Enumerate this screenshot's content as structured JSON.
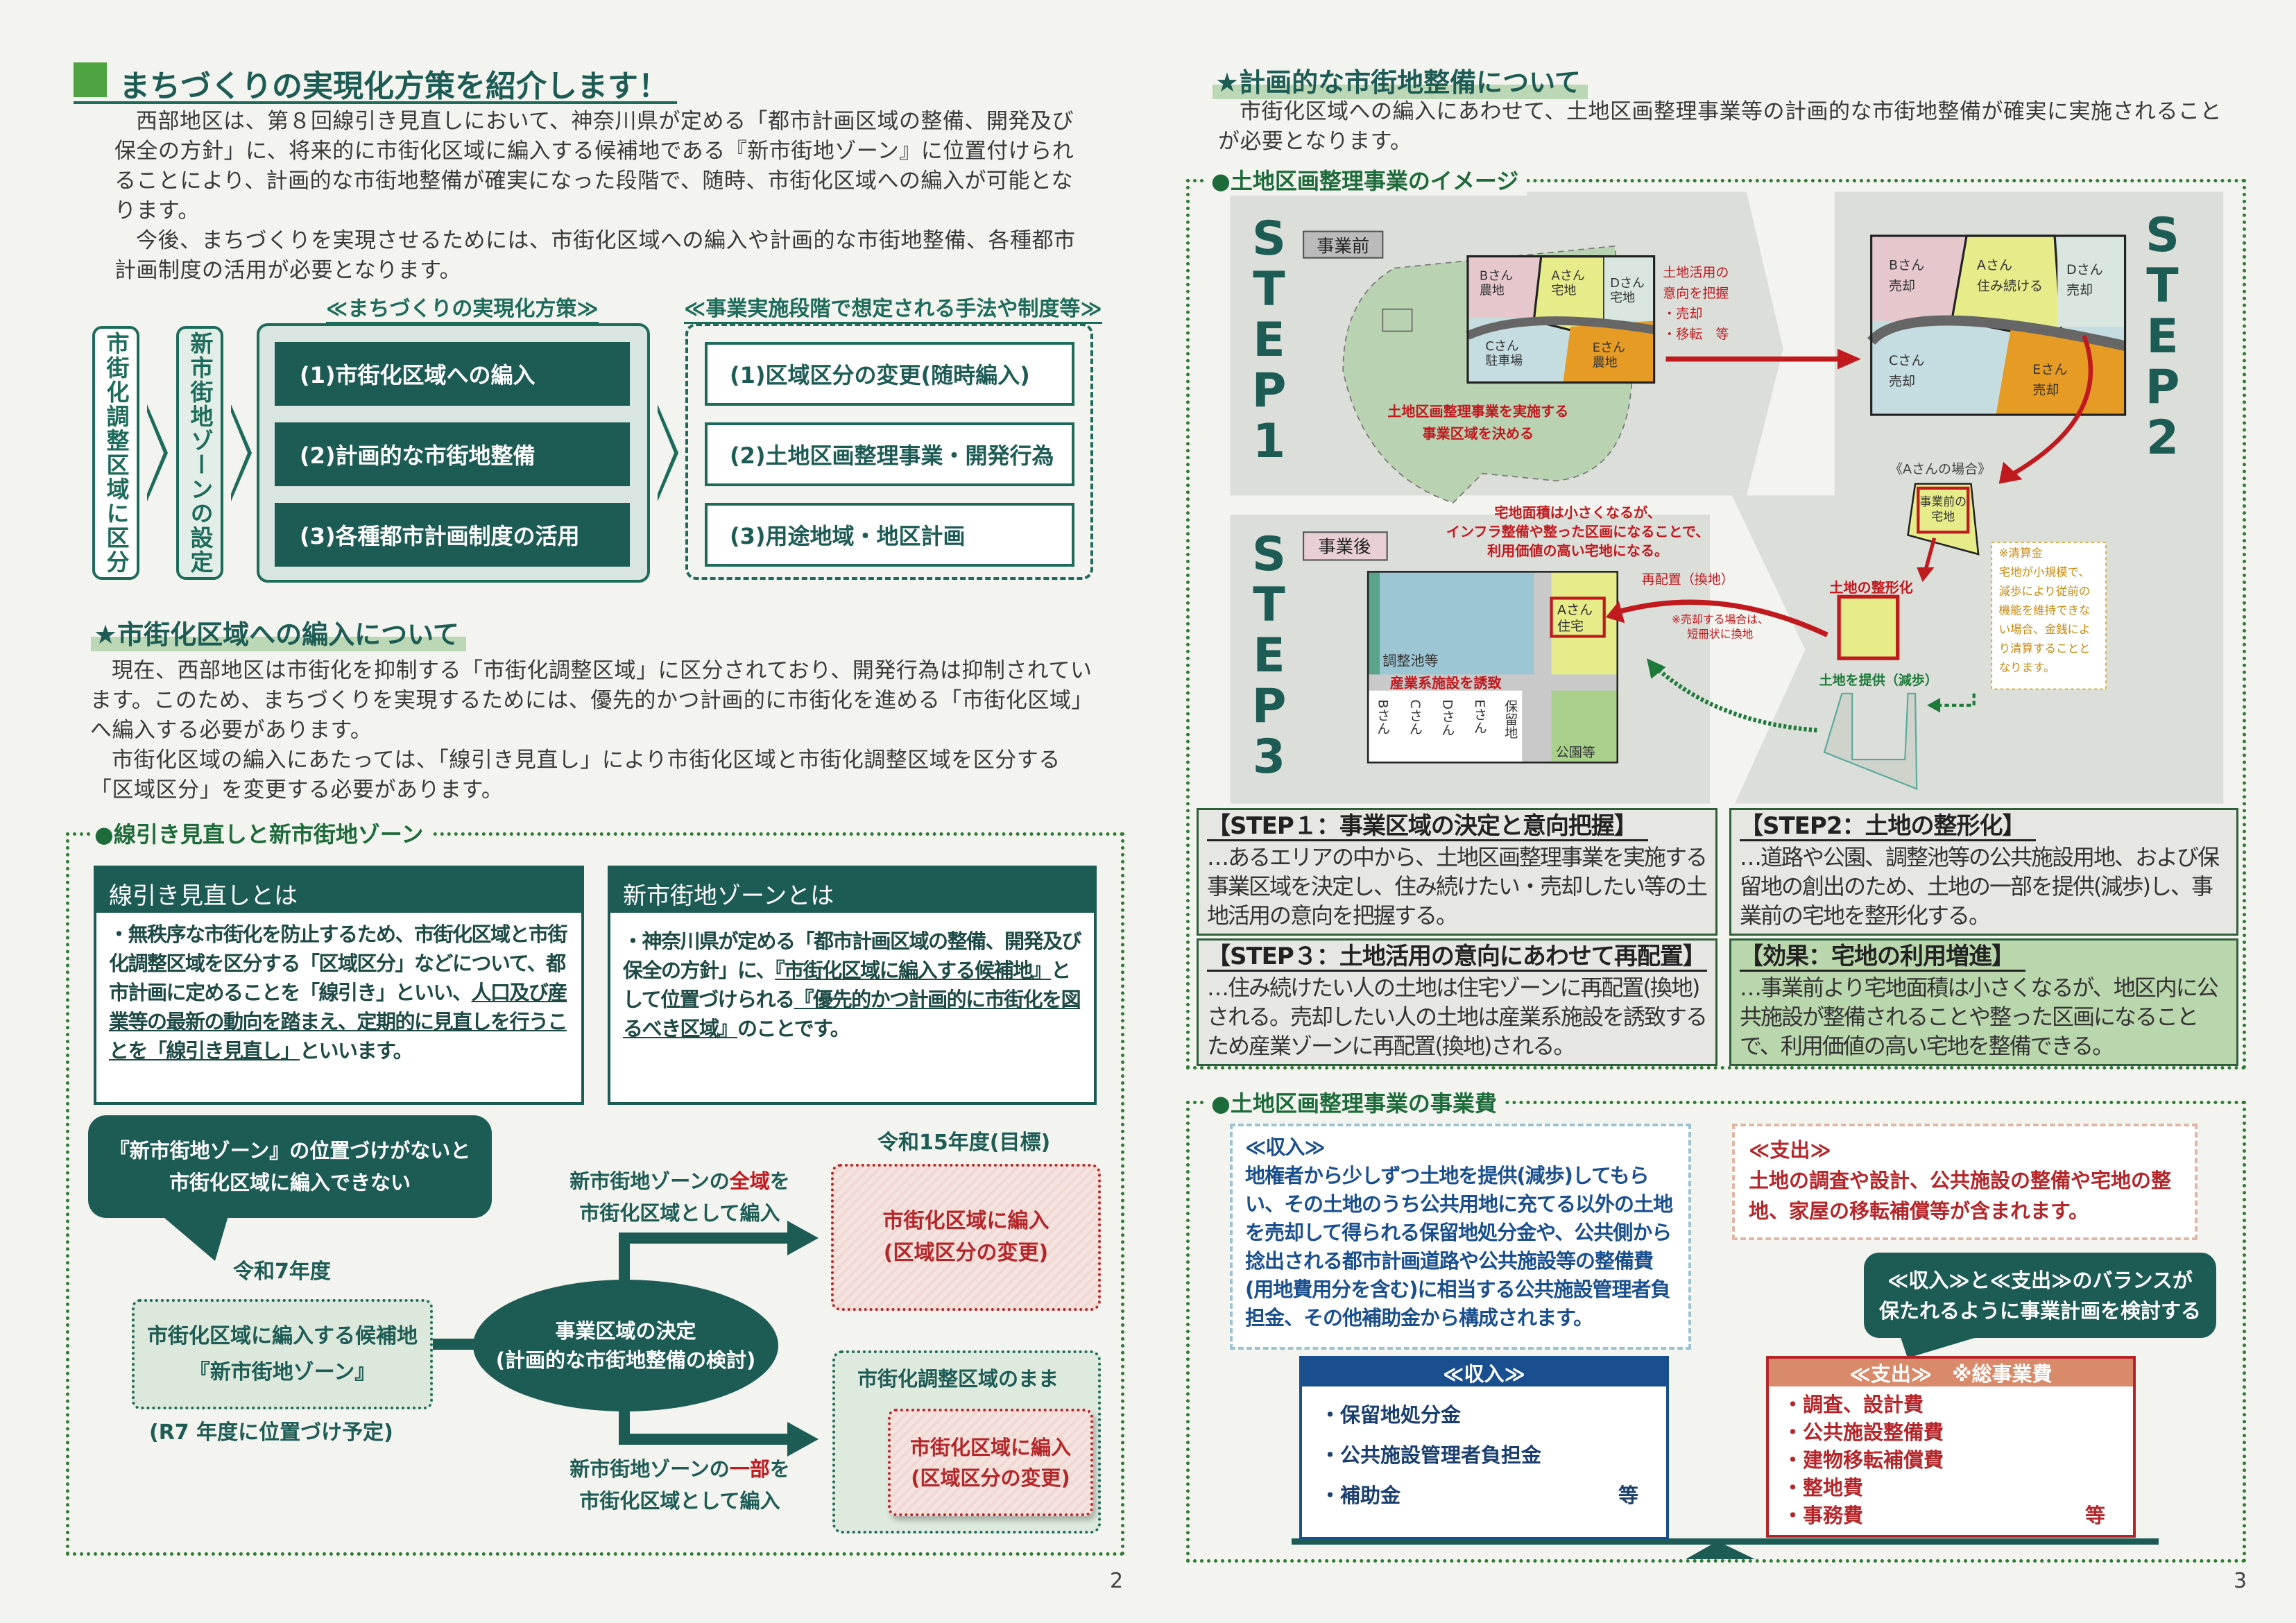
{
  "page_left": {
    "title": "まちづくりの実現化方策を紹介します！",
    "intro": [
      "西部地区は、第８回線引き見直しにおいて、神奈川県が定める「都市計画区域の整備、開発及び保全の方針」に、将来的に市街化区域に編入する候補地である『新市街地ゾーン』に位置付けられることにより、計画的な市街地整備が確実になった段階で、随時、市街化区域への編入が可能となります。",
      "今後、まちづくりを実現させるためには、市街化区域への編入や計画的な市街地整備、各種都市計画制度の活用が必要となります。"
    ],
    "flow": {
      "strategy_heading": "≪まちづくりの実現化方策≫",
      "methods_heading": "≪事業実施段階で想定される手法や制度等≫",
      "stage1": "市街化調整区域に区分",
      "stage2": "新市街地ゾーンの設定",
      "strategies": [
        "(1)市街化区域への編入",
        "(2)計画的な市街地整備",
        "(3)各種都市計画制度の活用"
      ],
      "methods": [
        "(1)区域区分の変更(随時編入)",
        "(2)土地区画整理事業・開発行為",
        "(3)用途地域・地区計画"
      ]
    },
    "inclusion": {
      "heading": "★市街化区域への編入について",
      "paragraphs": [
        "現在、西部地区は市街化を抑制する「市街化調整区域」に区分されており、開発行為は抑制されています。このため、まちづくりを実現するためには、優先的かつ計画的に市街化を進める「市街化区域」へ編入する必要があります。",
        "市街化区域の編入にあたっては、「線引き見直し」により市街化区域と市街化調整区域を区分する「区域区分」を変更する必要があります。"
      ]
    },
    "senbiki": {
      "label": "●線引き見直しと新市街地ゾーン",
      "box1": {
        "title": "線引き見直しとは",
        "text_a": "・無秩序な市街化を防止するため、市街化区域と市街化調整区域を区分する「区域区分」などについて、都市計画に定めることを「線引き」といい、",
        "text_u": "人口及び産業等の最新の動向を踏まえ、定期的に見直しを行うことを「線引き見直し」",
        "text_b": "といいます。"
      },
      "box2": {
        "title": "新市街地ゾーンとは",
        "text_a": "・神奈川県が定める「都市計画区域の整備、開発及び保全の方針」に、",
        "text_u1": "『市街化区域に編入する候補地』",
        "text_b": "として位置づけられる",
        "text_u2": "『優先的かつ計画的に市街化を図るべき区域』",
        "text_c": "のことです。"
      },
      "bubble": [
        "『新市街地ゾーン』の位置づけがないと",
        "市街化区域に編入できない"
      ],
      "year_start": "令和7年度",
      "candidate": [
        "市街化区域に編入する候補地",
        "『新市街地ゾーン』"
      ],
      "candidate_note": "(R7 年度に位置づけ予定)",
      "ellipse": [
        "事業区域の決定",
        "(計画的な市街地整備の検討)"
      ],
      "upper_label": {
        "pre": "新市街地ゾーンの",
        "em": "全域",
        "post": "を",
        "line2": "市街化区域として編入"
      },
      "lower_label": {
        "pre": "新市街地ゾーンの",
        "em": "一部",
        "post": "を",
        "line2": "市街化区域として編入"
      },
      "year_target": "令和15年度(目標)",
      "result": [
        "市街化区域に編入",
        "(区域区分の変更)"
      ],
      "remain": "市街化調整区域のまま",
      "result2": [
        "市街化区域に編入",
        "(区域区分の変更)"
      ]
    },
    "page_number": "2"
  },
  "page_right": {
    "heading": "★計画的な市街地整備について",
    "intro": "市街化区域への編入にあわせて、土地区画整理事業等の計画的な市街地整備が確実に実施されることが必要となります。",
    "image_label": "●土地区画整理事業のイメージ",
    "diagram": {
      "step1": "STEP1",
      "step2": "STEP2",
      "step3": "STEP3",
      "before": "事業前",
      "after": "事業後",
      "parcels_before": {
        "B": [
          "Bさん",
          "農地"
        ],
        "A": [
          "Aさん",
          "宅地"
        ],
        "D": [
          "Dさん",
          "宅地"
        ],
        "C": [
          "Cさん",
          "駐車場"
        ],
        "E": [
          "Eさん",
          "農地"
        ]
      },
      "intent": [
        "土地活用の",
        "意向を把握",
        "・売却",
        "・移転　等"
      ],
      "area_note": [
        "土地区画整理事業を実施する",
        "事業区域を決める"
      ],
      "parcels_step2": {
        "B": [
          "Bさん",
          "売却"
        ],
        "A": [
          "Aさん",
          "住み続ける"
        ],
        "D": [
          "Dさん",
          "売却"
        ],
        "C": [
          "Cさん",
          "売却"
        ],
        "E": [
          "Eさん",
          "売却"
        ]
      },
      "case_a": "《Aさんの場合》",
      "pre_lot": [
        "事業前の",
        "宅地"
      ],
      "shaping": "土地の整形化",
      "contribution": "土地を提供（減歩）",
      "settlement": [
        "※清算金",
        "宅地が小規模で、",
        "減歩により従前の",
        "機能を維持できな",
        "い場合、金銭によ",
        "り清算することと",
        "なります。"
      ],
      "result_note": [
        "宅地面積は小さくなるが、",
        "インフラ整備や整った区画になることで、",
        "利用価値の高い宅地になる。"
      ],
      "relocation": "再配置（換地）",
      "sale_note": [
        "※売却する場合は、",
        "短冊状に換地"
      ],
      "pond": "調整池等",
      "a_house": [
        "Aさん",
        "住宅"
      ],
      "industry": "産業系施設を誘致",
      "cols": [
        "Bさん",
        "Cさん",
        "Dさん",
        "Eさん"
      ],
      "reserve": "保留地",
      "park": "公園等"
    },
    "steps": [
      {
        "title": "【STEP１：事業区域の決定と意向把握】",
        "text": "…あるエリアの中から、土地区画整理事業を実施する事業区域を決定し、住み続けたい・売却したい等の土地活用の意向を把握する。"
      },
      {
        "title": "【STEP2：土地の整形化】",
        "text": "…道路や公園、調整池等の公共施設用地、および保留地の創出のため、土地の一部を提供(減歩)し、事業前の宅地を整形化する。"
      },
      {
        "title": "【STEP３：土地活用の意向にあわせて再配置】",
        "text": "…住み続けたい人の土地は住宅ゾーンに再配置(換地)される。売却したい人の土地は産業系施設を誘致するため産業ゾーンに再配置(換地)される。"
      },
      {
        "title": "【効果：宅地の利用増進】",
        "text": "…事業前より宅地面積は小さくなるが、地区内に公共施設が整備されることや整った区画になることで、利用価値の高い宅地を整備できる。"
      }
    ],
    "cost": {
      "label": "●土地区画整理事業の事業費",
      "income_title": "≪収入≫",
      "income_text": "地権者から少しずつ土地を提供(減歩)してもらい、その土地のうち公共用地に充てる以外の土地を売却して得られる保留地処分金や、公共側から捻出される都市計画道路や公共施設等の整備費(用地費用分を含む)に相当する公共施設管理者負担金、その他補助金から構成されます。",
      "expense_title": "≪支出≫",
      "expense_text": "土地の調査や設計、公共施設の整備や宅地の整地、家屋の移転補償等が含まれます。",
      "balance_bubble": [
        "≪収入≫と≪支出≫のバランスが",
        "保たれるように事業計画を検討する"
      ],
      "income_table": {
        "header": "≪収入≫",
        "items": [
          "・保留地処分金",
          "・公共施設管理者負担金",
          "・補助金"
        ],
        "etc": "等"
      },
      "expense_table": {
        "header": "≪支出≫　※総事業費",
        "items": [
          "・調査、設計費",
          "・公共施設整備費",
          "・建物移転補償費",
          "・整地費",
          "・事務費"
        ],
        "etc": "等"
      }
    },
    "page_number": "3"
  },
  "colors": {
    "teal": "#1d5c54",
    "green": "#2f7a35",
    "red": "#c0191e",
    "income_blue": "#1a4f8f",
    "expense_salmon": "#d98a6a"
  }
}
